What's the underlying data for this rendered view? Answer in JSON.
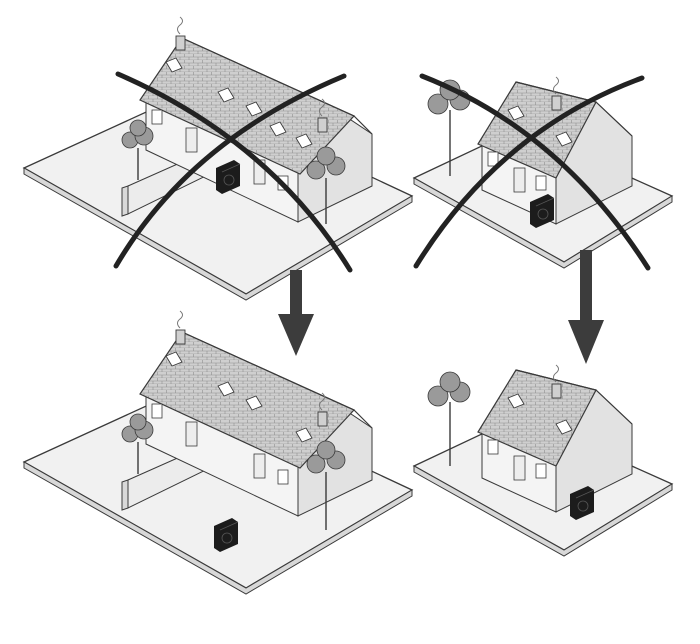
{
  "figure": {
    "scenes": [
      {
        "id": "long-house-wrong",
        "placement": "between-house-and-wall",
        "status": "crossed-out"
      },
      {
        "id": "small-house-wrong",
        "placement": "against-front-wall",
        "status": "crossed-out"
      },
      {
        "id": "long-house-correct",
        "placement": "open-yard",
        "status": "recommended"
      },
      {
        "id": "small-house-correct",
        "placement": "side-wall-open-corner",
        "status": "recommended"
      }
    ],
    "arrows": [
      {
        "from": "long-house-wrong",
        "to": "long-house-correct"
      },
      {
        "from": "small-house-wrong",
        "to": "small-house-correct"
      }
    ],
    "colors": {
      "outline": "#3a3a3a",
      "ground": "#f1f1f1",
      "roof": "#cfcfcf",
      "wall": "#f4f4f4",
      "wall_shade": "#e2e2e2",
      "cross": "#222222",
      "arrow": "#3c3c3c",
      "unit": "#1c1c1c",
      "foliage": "#9a9a9a"
    },
    "icons": [
      "heat-pump-unit-icon",
      "chimney-smoke-icon",
      "tree-icon",
      "cross-mark-icon",
      "arrow-down-icon"
    ]
  }
}
